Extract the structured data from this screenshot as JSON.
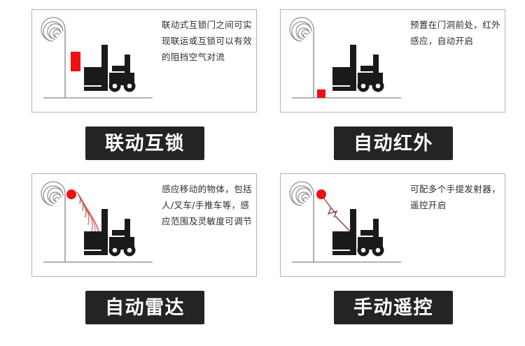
{
  "page": {
    "background": "#ffffff",
    "accent_red": "#ee1111",
    "banner_bg": "#242424",
    "banner_text_color": "#ffffff",
    "panel_border_color": "#b4b4b4",
    "ink": "#1a1a1a"
  },
  "panels": [
    {
      "id": "interlock",
      "caption": "联动式互锁门之间可实现联运或互锁可以有效的阻挡空气对流",
      "banner": "联动互锁",
      "sensor_type": "red-panel-sensor",
      "icons": {
        "door": "rolling-door-icon",
        "forklift": "forklift-icon",
        "sensor": "red-rectangle-sensor-icon"
      }
    },
    {
      "id": "auto-infrared",
      "caption": "预置在门洞前处，红外感应，自动开启",
      "banner": "自动红外",
      "sensor_type": "red-floor-sensor",
      "icons": {
        "door": "rolling-door-icon",
        "forklift": "forklift-icon",
        "sensor": "red-square-floor-sensor-icon"
      }
    },
    {
      "id": "auto-radar",
      "caption": "感应移动的物体，包括人/叉车/手推车等，感应范围及灵敏度可调节",
      "banner": "自动雷达",
      "sensor_type": "radar-wave-sensor",
      "icons": {
        "door": "rolling-door-icon",
        "forklift": "forklift-icon",
        "sensor": "radar-waves-icon"
      }
    },
    {
      "id": "manual-remote",
      "caption": "可配多个手提发射器，遥控开启",
      "banner": "手动遥控",
      "sensor_type": "remote-signal-sensor",
      "icons": {
        "door": "rolling-door-icon",
        "forklift": "forklift-icon",
        "sensor": "lightning-signal-icon"
      }
    }
  ]
}
